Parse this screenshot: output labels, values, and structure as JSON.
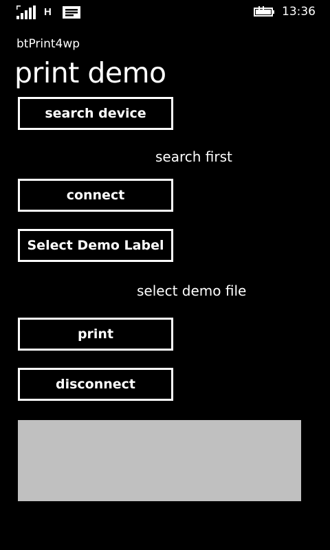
{
  "status_bar": {
    "signal_icon": "signal-strength-icon",
    "network_type": "H",
    "message_icon": "message-notification-icon",
    "battery_icon": "battery-charging-icon",
    "time": "13:36"
  },
  "header": {
    "app_name": "btPrint4wp",
    "page_title": "print demo"
  },
  "buttons": {
    "search_device": "search device",
    "connect": "connect",
    "select_demo_label": "Select Demo Label",
    "print": "print",
    "disconnect": "disconnect"
  },
  "status": {
    "search": "search first",
    "demo_file": "select demo file"
  },
  "colors": {
    "background": "#000000",
    "foreground": "#ffffff",
    "preview_box": "#c0c0c0"
  }
}
